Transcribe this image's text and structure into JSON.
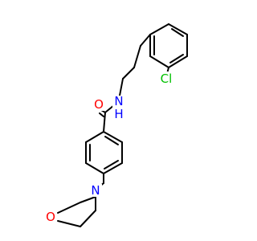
{
  "molecule": {
    "colors": {
      "bond": "#000000",
      "chlorine": "#00c000",
      "nitrogen": "#0000ff",
      "oxygen": "#ff0000",
      "background": "#ffffff"
    },
    "labels": {
      "chlorine": "Cl",
      "amide_nh": "N",
      "amide_nh_h": "H",
      "carbonyl_o": "O",
      "morpholine_n": "N",
      "morpholine_o": "O"
    }
  }
}
